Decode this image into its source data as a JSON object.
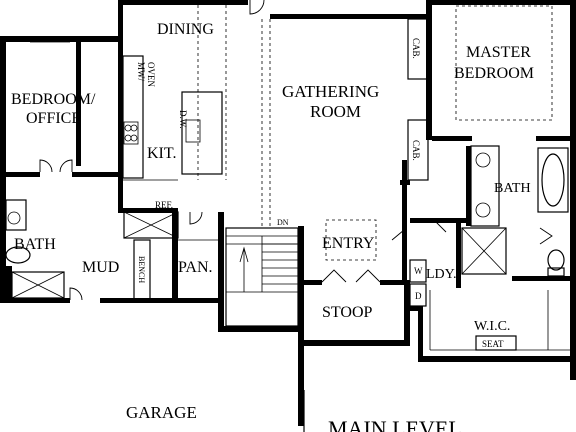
{
  "plan": {
    "labels": {
      "dining": "DINING",
      "gathering_line1": "GATHERING",
      "gathering_line2": "ROOM",
      "master_line1": "MASTER",
      "master_line2": "BEDROOM",
      "bedroom_line1": "BEDROOM/",
      "bedroom_line2": "OFFICE",
      "kitchen": "KIT.",
      "mw_oven_line1": "MW/",
      "mw_oven_line2": "OVEN",
      "dw": "D.W.",
      "cab_upper": "CAB.",
      "cab_lower": "CAB.",
      "ref": "REF.",
      "dn": "DN",
      "entry": "ENTRY",
      "bath_left": "BATH",
      "bath_right": "BATH",
      "mud": "MUD",
      "bench": "BENCH",
      "pantry": "PAN.",
      "laundry": "LDY.",
      "washer": "W",
      "dryer": "D",
      "stoop": "STOOP",
      "wic": "W.I.C.",
      "seat": "SEAT",
      "garage": "GARAGE",
      "main_level": "MAIN LEVEL"
    }
  }
}
